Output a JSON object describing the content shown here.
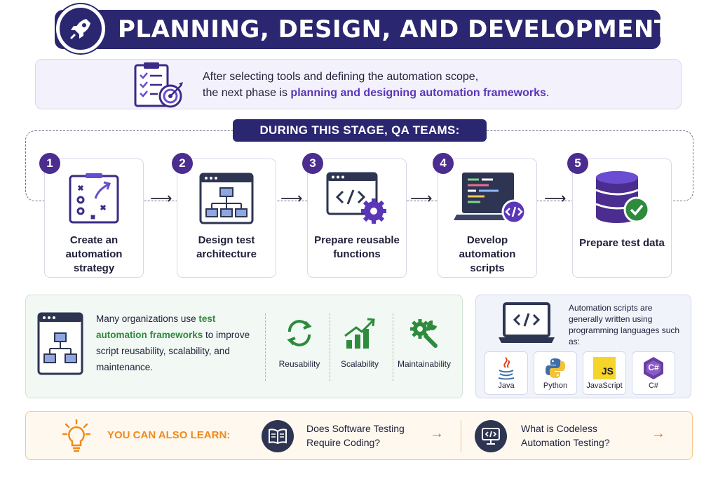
{
  "header": {
    "title": "PLANNING, DESIGN, AND DEVELOPMENT",
    "logo_icon": "rocket-icon"
  },
  "intro": {
    "line1": "After selecting tools and defining the automation scope,",
    "line2_prefix": "the next phase is ",
    "line2_highlight": "planning and designing automation frameworks",
    "line2_suffix": ".",
    "icon": "clipboard-target-icon"
  },
  "stage": {
    "title": "DURING THIS STAGE, QA TEAMS:",
    "steps": [
      {
        "num": "1",
        "label": "Create an automation strategy",
        "icon": "strategy-board-icon"
      },
      {
        "num": "2",
        "label": "Design test architecture",
        "icon": "architecture-icon"
      },
      {
        "num": "3",
        "label": "Prepare reusable functions",
        "icon": "code-gear-icon"
      },
      {
        "num": "4",
        "label": "Develop automation scripts",
        "icon": "laptop-code-icon"
      },
      {
        "num": "5",
        "label": "Prepare test data",
        "icon": "database-check-icon"
      }
    ]
  },
  "frameworks": {
    "text_prefix": "Many organizations use ",
    "text_highlight": "test automation frameworks",
    "text_suffix": " to improve script reusability, scalability, and maintenance.",
    "items": [
      {
        "label": "Reusability",
        "icon": "recycle-icon"
      },
      {
        "label": "Scalability",
        "icon": "growth-chart-icon"
      },
      {
        "label": "Maintainability",
        "icon": "tools-icon"
      }
    ]
  },
  "languages": {
    "text": "Automation scripts are generally written using programming languages such as:",
    "items": [
      {
        "label": "Java",
        "icon": "java-icon"
      },
      {
        "label": "Python",
        "icon": "python-icon"
      },
      {
        "label": "JavaScript",
        "icon": "javascript-icon",
        "badge": "JS"
      },
      {
        "label": "C#",
        "icon": "csharp-icon",
        "badge": "C#"
      }
    ]
  },
  "learn": {
    "heading": "YOU CAN ALSO LEARN:",
    "links": [
      {
        "line1": "Does Software Testing",
        "line2": "Require Coding?",
        "icon": "book-icon"
      },
      {
        "line1": "What is Codeless",
        "line2": "Automation Testing?",
        "icon": "monitor-code-icon"
      }
    ],
    "arrow": "→"
  },
  "colors": {
    "navy": "#2b2670",
    "purple": "#4a2d8f",
    "accent_purple": "#5a36b8",
    "green": "#2e8b3d",
    "orange": "#f08a1c"
  }
}
